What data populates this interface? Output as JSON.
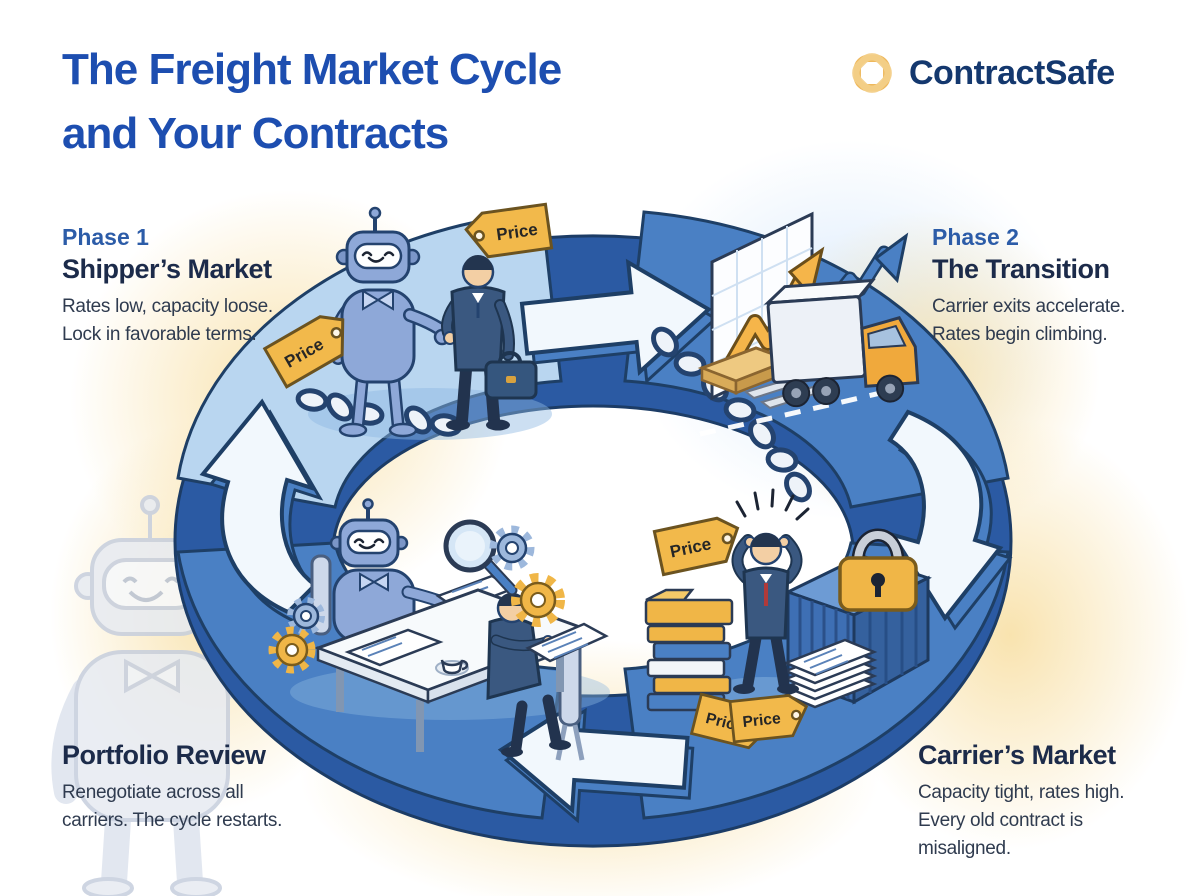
{
  "header": {
    "title_line1": "The Freight Market Cycle",
    "title_line2": "and Your Contracts"
  },
  "logo": {
    "name": "ContractSafe"
  },
  "phases": {
    "shippers_market": {
      "label": "Phase 1",
      "heading": "Shipper’s Market",
      "body_lines": [
        "Rates low, capacity loose.",
        "Lock in favorable terms."
      ]
    },
    "transition": {
      "label": "Phase 2",
      "heading": "The Transition",
      "body_lines": [
        "Carrier exits accelerate.",
        "Rates begin climbing."
      ]
    },
    "carriers_market": {
      "heading": "Carrier’s Market",
      "body_lines": [
        "Capacity tight, rates high.",
        "Every old contract is",
        "misaligned."
      ]
    },
    "portfolio_review": {
      "heading": "Portfolio Review",
      "body_lines": [
        "Renegotiate across all",
        "carriers. The cycle restarts."
      ]
    }
  },
  "illustration": {
    "price_tag_label": "Price",
    "scenes": [
      "robot-shipper-handshake",
      "rising-rates-truck",
      "stressed-shipper-locked-container",
      "robot-contract-review"
    ],
    "icons": [
      "knot-icon",
      "robot-icon",
      "handshake-icon",
      "price-tag-icon",
      "broken-chain-icon",
      "growth-chart-icon",
      "trend-arrow-icon",
      "truck-icon",
      "pallet-icon",
      "padlock-icon",
      "container-icon",
      "binder-stack-icon",
      "paper-stack-icon",
      "magnifier-icon",
      "gear-icon",
      "coffee-cup-icon",
      "cycle-arrow-icon"
    ]
  },
  "colors": {
    "title_blue": "#1d4eb0",
    "phase_label_blue": "#2c5ca8",
    "heading_navy": "#1c2b4a",
    "body_text": "#2f3b4f",
    "logo_navy": "#14386e",
    "logo_gold": "#ecb95e",
    "ring_light_blue": "#b9d6f0",
    "ring_mid_blue": "#4a80c4",
    "ring_dark_blue": "#2b5aa3",
    "outline_navy": "#1e3f66",
    "accent_gold": "#f2b94b",
    "arrow_white": "#f2f8fd",
    "glow_warm": "#f8e0a6"
  }
}
